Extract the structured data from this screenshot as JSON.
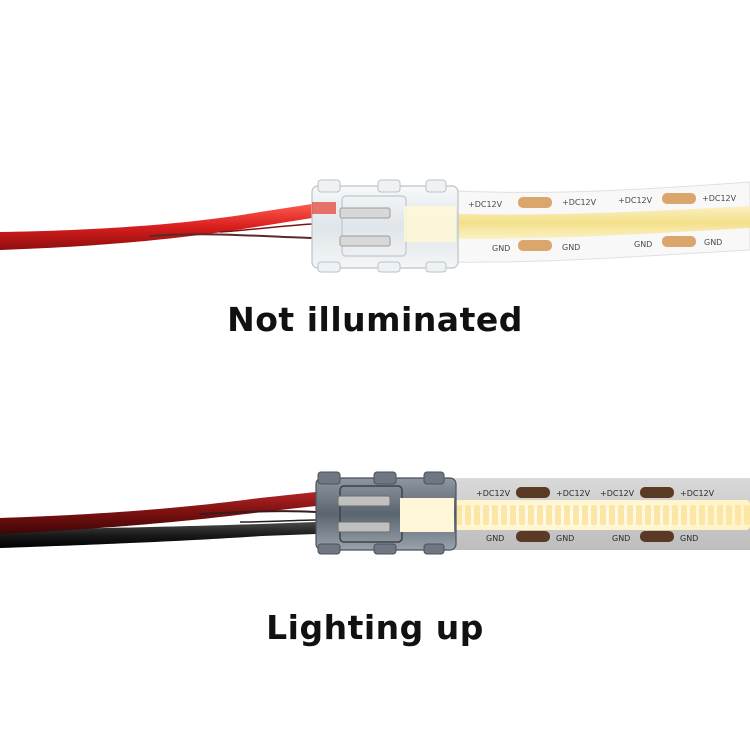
{
  "captions": {
    "top": "Not illuminated",
    "bottom": "Lighting up"
  },
  "strip_labels": {
    "positive": "+DC12V",
    "ground": "GND"
  },
  "colors": {
    "background": "#ffffff",
    "wire_red": "#d81e1e",
    "wire_black": "#1a1a1a",
    "strip_off_phosphor": "#f6e9a8",
    "strip_lit_body": "#ffffff",
    "strip_lit_pcb": "#c9c9c9",
    "copper_pad": "#d9a46a",
    "connector_clear": "#e9edf0"
  }
}
